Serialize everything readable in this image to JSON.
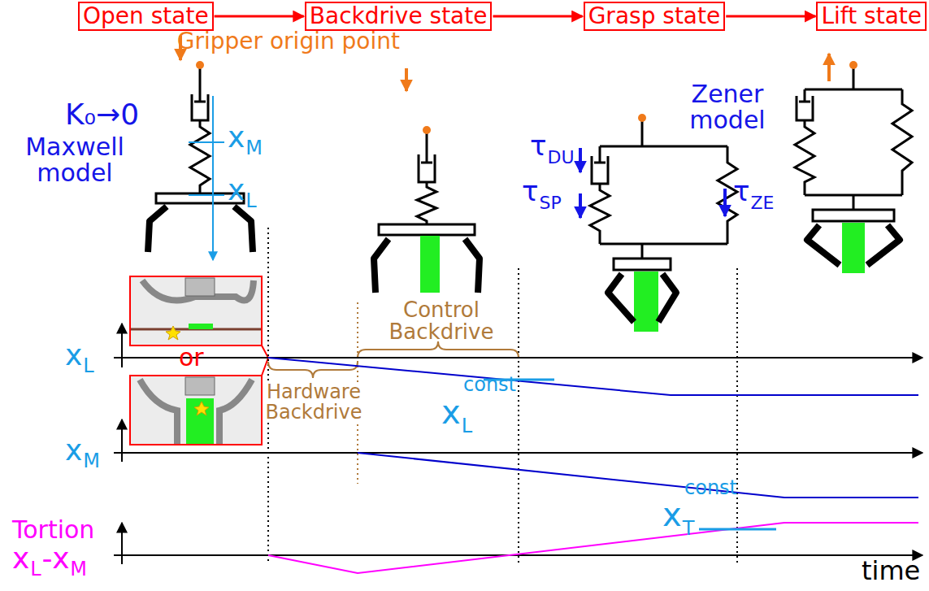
{
  "diagram": {
    "nodes": [
      {
        "text": [
          "Open state"
        ]
      },
      {
        "text": [
          "Backdrive state"
        ]
      },
      {
        "text": [
          "Grasp state"
        ]
      },
      {
        "text": [
          "Lift state"
        ]
      }
    ],
    "edges": [
      {
        "from": 0,
        "to": 1,
        "arrow": "to"
      },
      {
        "from": 1,
        "to": 2,
        "arrow": "to"
      },
      {
        "from": 2,
        "to": 3,
        "arrow": "to"
      }
    ],
    "labels": [
      "K₀→0",
      "Maxwell model",
      "x",
      "M",
      "x",
      "L",
      "Gripper origin point",
      "or",
      "Control Backdrive",
      "Hardware Backdrive",
      "x",
      "L",
      "const",
      "x",
      "L",
      "x",
      "M",
      "τ",
      "DU",
      "τ",
      "SP",
      "τ",
      "ZE",
      "Zener model",
      "x",
      "T",
      "const",
      "Tortion",
      "x",
      "L",
      "-x",
      "M",
      "time"
    ]
  }
}
